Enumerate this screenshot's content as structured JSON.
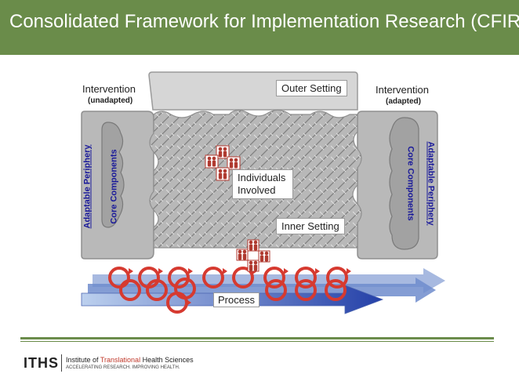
{
  "slide": {
    "title": "Consolidated Framework for Implementation Research (CFIR)"
  },
  "diagram": {
    "intervention_left": {
      "label": "Intervention",
      "sublabel": "(unadapted)"
    },
    "intervention_right": {
      "label": "Intervention",
      "sublabel": "(adapted)"
    },
    "outer_setting": "Outer Setting",
    "inner_setting": "Inner Setting",
    "individuals": "Individuals Involved",
    "adaptable_periphery": "Adaptable Periphery",
    "core_components": "Core Components",
    "process": "Process"
  },
  "footer": {
    "logo_mark": "ITHS",
    "institute_prefix": "Institute of ",
    "institute_highlight": "Translational",
    "institute_suffix": " Health Sciences",
    "tagline": "ACCELERATING RESEARCH. IMPROVING HEALTH."
  },
  "colors": {
    "title_bar": "#6a8c4a",
    "periphery_text": "#1a1a9a",
    "core_text": "#1a1a9a",
    "process_arrow": "#2f4fb0",
    "cycle_red": "#d63a30",
    "person_red": "#b03a30"
  }
}
